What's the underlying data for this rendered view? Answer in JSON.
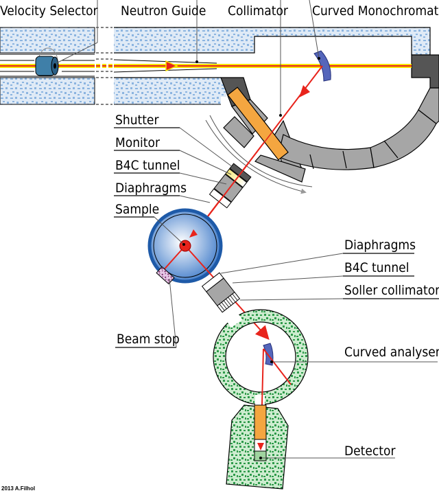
{
  "title": "Neutron triple-axis spectrometer schematic",
  "labels": {
    "velocity_selector": "Velocity Selector",
    "neutron_guide": "Neutron Guide",
    "collimator": "Collimator",
    "curved_monochromator": "Curved Monochromator",
    "shutter": "Shutter",
    "monitor": "Monitor",
    "b4c_tunnel_1": "B4C tunnel",
    "diaphragms_1": "Diaphragms",
    "sample": "Sample",
    "diaphragms_2": "Diaphragms",
    "b4c_tunnel_2": "B4C tunnel",
    "soller_collimator": "Soller collimator",
    "beam_stop": "Beam stop",
    "curved_analyser": "Curved analyser",
    "detector": "Detector"
  },
  "credit": "2013 A.Filhol",
  "colors": {
    "beam": "#e8241c",
    "beam_glow": "#f7e400",
    "shielding_blue": "#8bb4e0",
    "shielding_green": "#2e9a4a",
    "shielding_green_bg": "#cdeccf",
    "drum_dark": "#555555",
    "drum_light": "#a6a6a6",
    "collimator_orange": "#f4a640",
    "sample_blue": "#2f6fc0",
    "monochromator_blue": "#5566bb",
    "beam_stop_pink": "#c9a0c9"
  }
}
